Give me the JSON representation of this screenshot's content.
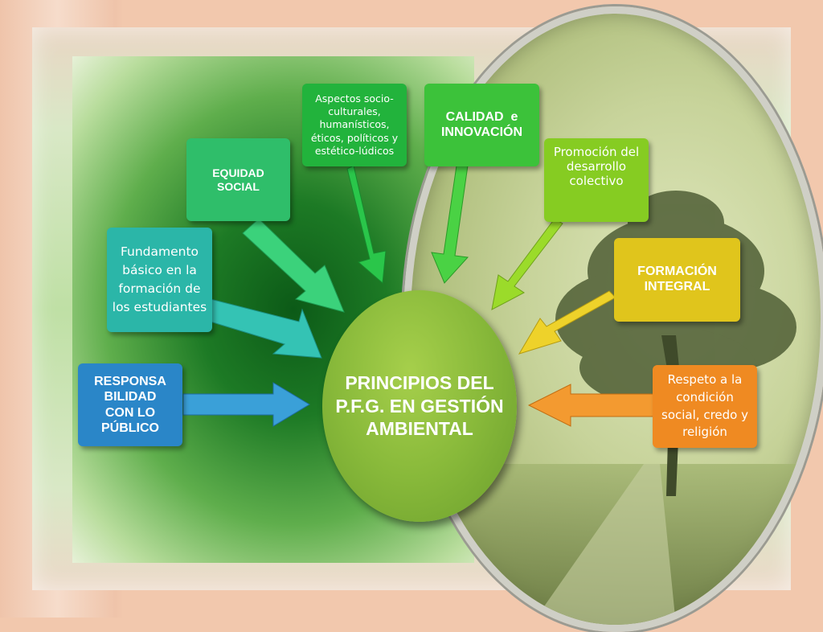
{
  "center": {
    "line1": "PRINCIPIOS DEL",
    "line2": "P.F.G. EN GESTIÓN",
    "line3": "AMBIENTAL"
  },
  "nodes": {
    "responsabilidad": {
      "lines": [
        "RESPONSA",
        "BILIDAD",
        "CON LO",
        "PÚBLICO"
      ],
      "color": "#2a86c8"
    },
    "fundamento": {
      "lines": [
        "Fundamento",
        "básico en la",
        "formación de",
        "los estudiantes"
      ],
      "color": "#2bb6a8"
    },
    "equidad": {
      "lines": [
        "EQUIDAD",
        "SOCIAL"
      ],
      "color": "#2fbe6a"
    },
    "aspectos": {
      "lines": [
        "Aspectos socio-",
        "culturales,",
        "humanísticos,",
        "éticos, políticos y",
        "estético-lúdicos"
      ],
      "color": "#22b33c"
    },
    "calidad": {
      "lines": [
        "CALIDAD  e",
        "INNOVACIÓN"
      ],
      "color": "#3cc23a"
    },
    "promocion": {
      "lines": [
        "Promoción del",
        "desarrollo",
        "colectivo"
      ],
      "color": "#86cc22"
    },
    "formacion": {
      "lines": [
        "FORMACIÓN",
        "INTEGRAL"
      ],
      "color": "#e0c51c"
    },
    "respeto": {
      "lines": [
        "Respeto a la",
        "condición",
        "social, credo y",
        "religión"
      ],
      "color": "#ef8a22"
    }
  }
}
